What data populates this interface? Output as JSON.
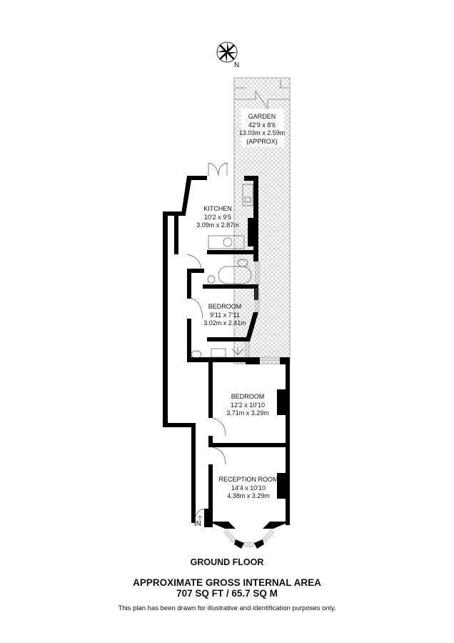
{
  "compass": {
    "label": "N"
  },
  "rooms": {
    "garden": {
      "name": "GARDEN",
      "imperial": "42'9 x 8'6",
      "metric": "13.03m x 2.59m",
      "note": "(APPROX)"
    },
    "kitchen": {
      "name": "KITCHEN",
      "imperial": "10'2 x 9'5",
      "metric": "3.09m x 2.87m"
    },
    "bedroom1": {
      "name": "BEDROOM",
      "imperial": "9'11 x 7'11",
      "metric": "3.02m x 2.41m"
    },
    "bedroom2": {
      "name": "BEDROOM",
      "imperial": "12'2 x 10'10",
      "metric": "3.71m x 3.29m"
    },
    "reception": {
      "name": "RECEPTION ROOM",
      "imperial": "14'4 x 10'10",
      "metric": "4.38m x 3.29m"
    }
  },
  "entrance": {
    "label": "IN"
  },
  "footer": {
    "floor": "GROUND FLOOR",
    "area_title": "APPROXIMATE GROSS INTERNAL AREA",
    "area_value": "707 SQ FT / 65.7 SQ M",
    "disclaimer": "This plan has been drawn for illustrative and identification purposes only."
  },
  "colors": {
    "wall": "#000000",
    "hatch": "#bdbdbd",
    "fixture": "#777777",
    "window": "#cccccc"
  }
}
